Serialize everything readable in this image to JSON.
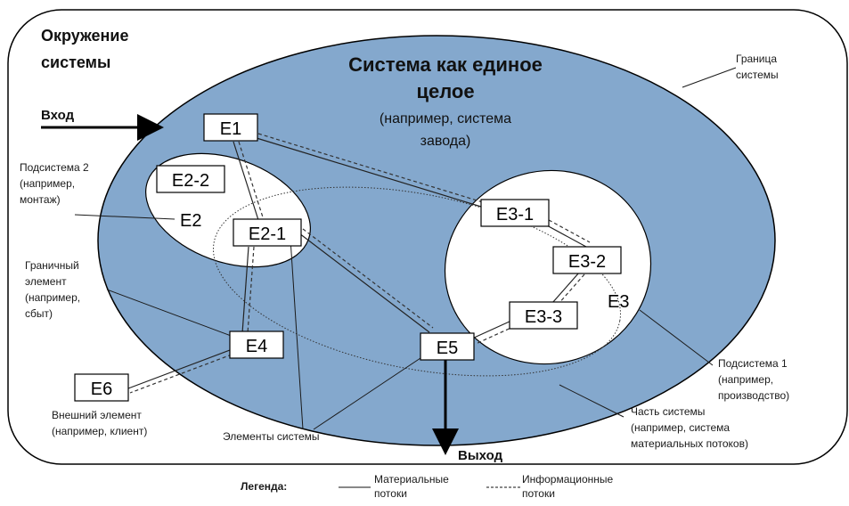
{
  "environment": {
    "line1": "Окружение",
    "line2": "системы"
  },
  "system_title": {
    "line1": "Система как единое",
    "line2": "целое",
    "sub1": "(например, система",
    "sub2": "завода)"
  },
  "boundary": {
    "line1": "Граница",
    "line2": "системы"
  },
  "input": {
    "label": "Вход"
  },
  "output": {
    "label": "Выход"
  },
  "elements": {
    "e1": "E1",
    "e2_1": "E2-1",
    "e2_2": "E2-2",
    "e3_1": "E3-1",
    "e3_2": "E3-2",
    "e3_3": "E3-3",
    "e4": "E4",
    "e5": "E5",
    "e6": "E6"
  },
  "subsystems": {
    "e2": "E2",
    "e3": "E3"
  },
  "subsystem2": {
    "line1": "Подсистема 2",
    "line2": "(например,",
    "line3": "монтаж)"
  },
  "subsystem1": {
    "line1": "Подсистема 1",
    "line2": "(например,",
    "line3": "производство)"
  },
  "boundary_element": {
    "line1": "Граничный",
    "line2": "элемент",
    "line3": "(например,",
    "line4": "сбыт)"
  },
  "external_element": {
    "line1": "Внешний элемент",
    "line2": "(например, клиент)"
  },
  "system_elements": {
    "label": "Элементы системы"
  },
  "system_part": {
    "line1": "Часть системы",
    "line2": "(например, система",
    "line3": "материальных потоков)"
  },
  "legend": {
    "title": "Легенда:",
    "material": {
      "line1": "Материальные",
      "line2": "потоки"
    },
    "information": {
      "line1": "Информационные",
      "line2": "потоки"
    }
  },
  "colors": {
    "system_fill": "#84a8cd",
    "subsystem_fill": "#ffffff",
    "outline": "#000000"
  }
}
